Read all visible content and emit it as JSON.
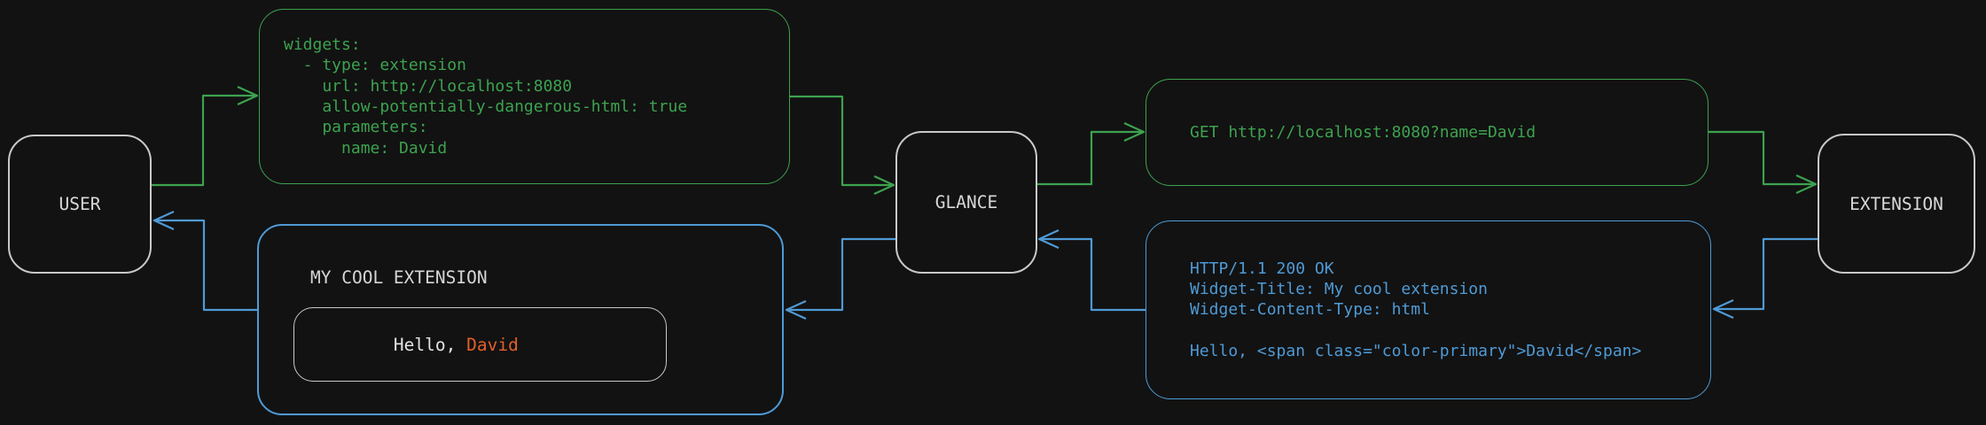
{
  "diagram": {
    "background": "#121212",
    "colors": {
      "request_green": "#3da24f",
      "response_blue": "#4f9ad5",
      "node_border": "#c8c8c8",
      "text_light": "#d8d8d8",
      "name_accent_orange": "#e0602c"
    },
    "nodes": [
      {
        "id": "user",
        "label": "USER"
      },
      {
        "id": "glance",
        "label": "GLANCE"
      },
      {
        "id": "extension",
        "label": "EXTENSION"
      }
    ],
    "config_box": {
      "lines": [
        "widgets:",
        "  - type: extension",
        "    url: http://localhost:8080",
        "    allow-potentially-dangerous-html: true",
        "    parameters:",
        "      name: David"
      ]
    },
    "request_box": {
      "text": "GET http://localhost:8080?name=David"
    },
    "response_box": {
      "lines": [
        "HTTP/1.1 200 OK",
        "Widget-Title: My cool extension",
        "Widget-Content-Type: html",
        "",
        "Hello, <span class=\"color-primary\">David</span>"
      ]
    },
    "result_box": {
      "title": "MY COOL EXTENSION",
      "greeting_prefix": "Hello, ",
      "greeting_name": "David"
    }
  }
}
